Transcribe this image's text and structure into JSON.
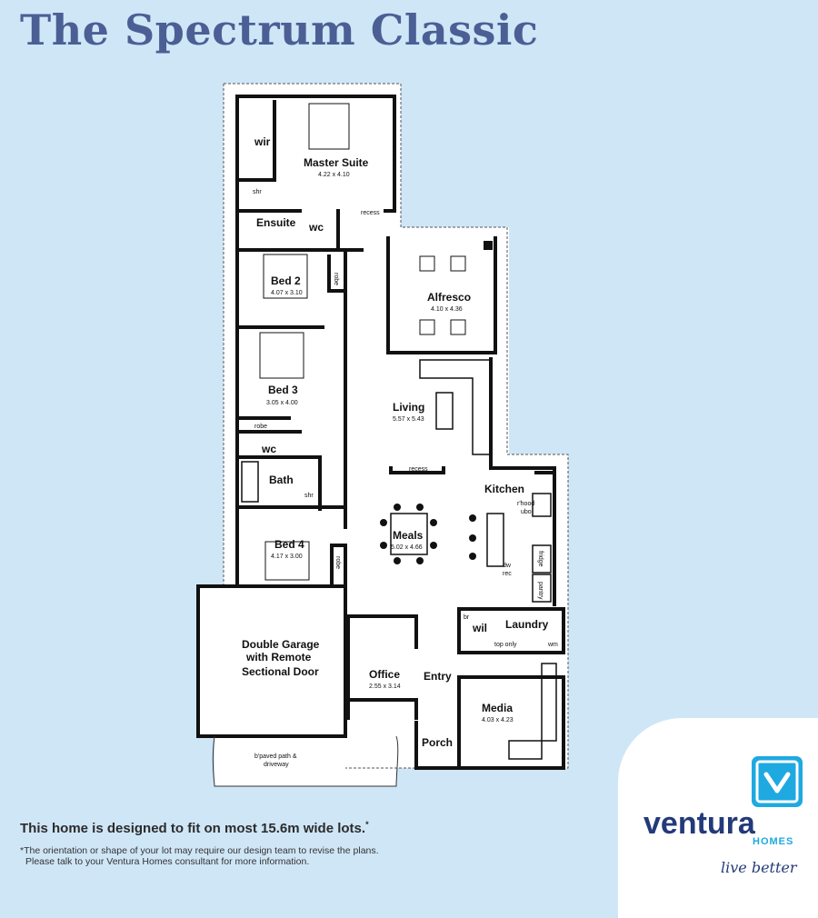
{
  "title": "The Spectrum Classic",
  "rooms": {
    "master": {
      "name": "Master Suite",
      "dim": "4.22 x 4.10"
    },
    "wir": {
      "name": "wir"
    },
    "shr1": {
      "name": "shr"
    },
    "ensuite": {
      "name": "Ensuite"
    },
    "wc1": {
      "name": "wc"
    },
    "recess1": {
      "name": "recess"
    },
    "bed2": {
      "name": "Bed 2",
      "dim": "4.07 x 3.10"
    },
    "robe1": {
      "name": "robe"
    },
    "bed3": {
      "name": "Bed 3",
      "dim": "3.05 x 4.00"
    },
    "robe2": {
      "name": "robe"
    },
    "wc2": {
      "name": "wc"
    },
    "bath": {
      "name": "Bath"
    },
    "shr2": {
      "name": "shr"
    },
    "bed4": {
      "name": "Bed 4",
      "dim": "4.17 x 3.00"
    },
    "robe3": {
      "name": "robe"
    },
    "alfresco": {
      "name": "Alfresco",
      "dim": "4.10 x 4.36"
    },
    "living": {
      "name": "Living",
      "dim": "5.57 x 5.43"
    },
    "recess2": {
      "name": "recess"
    },
    "kitchen": {
      "name": "Kitchen"
    },
    "rhood": {
      "name": "r'hood"
    },
    "ubo": {
      "name": "ubo"
    },
    "meals": {
      "name": "Meals",
      "dim": "5.02 x 4.66"
    },
    "dw": {
      "name": "dw"
    },
    "rec": {
      "name": "rec"
    },
    "fridge": {
      "name": "fridge"
    },
    "pantry": {
      "name": "pantry"
    },
    "garage": {
      "line1": "Double Garage",
      "line2": "with Remote",
      "line3": "Sectional Door"
    },
    "office": {
      "name": "Office",
      "dim": "2.55 x 3.14"
    },
    "entry": {
      "name": "Entry"
    },
    "laundry": {
      "name": "Laundry"
    },
    "br": {
      "name": "br"
    },
    "wil": {
      "name": "wil"
    },
    "toponly": {
      "name": "top only"
    },
    "wm": {
      "name": "wm"
    },
    "media": {
      "name": "Media",
      "dim": "4.03 x 4.23"
    },
    "porch": {
      "name": "Porch"
    },
    "path": {
      "line1": "b'paved path &",
      "line2": "driveway"
    }
  },
  "footer": {
    "fit": "This home is designed to fit on most 15.6m wide lots.",
    "fit_mark": "*",
    "note_line1": "*The orientation or shape of your lot may require our design team to revise the plans.",
    "note_line2": "Please talk to your Ventura Homes consultant for more information."
  },
  "brand": {
    "name": "ventura",
    "sub": "HOMES",
    "tagline": "live better",
    "logo_color": "#1fa9e1",
    "text_color": "#233a7a"
  },
  "colors": {
    "background": "#cfe6f7",
    "title": "#4b5f95",
    "wall": "#111111"
  }
}
